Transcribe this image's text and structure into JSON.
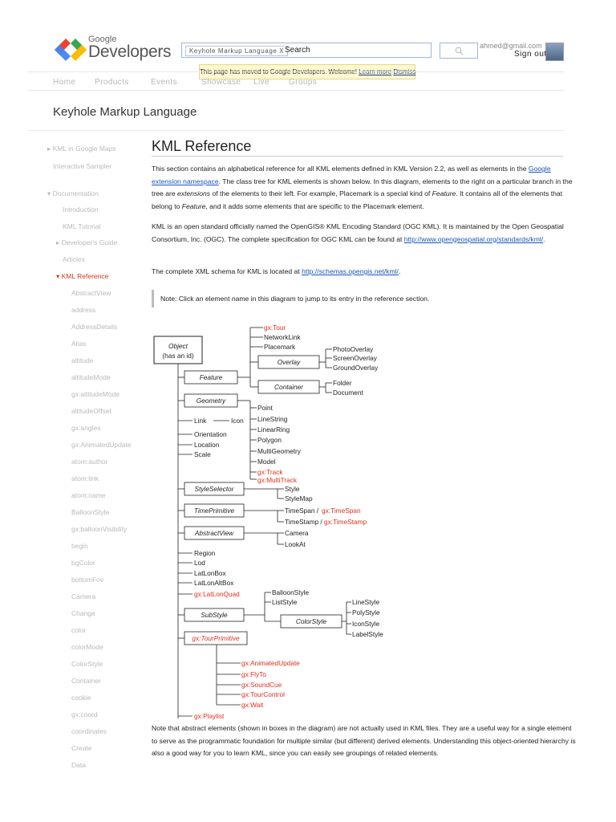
{
  "header": {
    "logo_small": "Google",
    "logo_large": "Developers",
    "search_chip": "Keyhole Markup Language  X",
    "search_label": "Search",
    "search_icon": "search-icon",
    "email": "ahmed@gmail.com",
    "sign_out": "Sign out"
  },
  "notice": {
    "text": "This page has moved to Google Developers. Welcome! ",
    "learn_more": "Learn more",
    "dismiss": "Dismiss"
  },
  "nav": [
    "Home",
    "Products",
    "Events",
    "Showcase",
    "Live",
    "Groups"
  ],
  "page_title": "Keyhole Markup Language",
  "sidebar": {
    "items": [
      {
        "label": "▸ KML in Google Maps"
      },
      {
        "label": "Interactive Sampler"
      },
      {
        "label": "▾ Documentation"
      },
      {
        "label": "Introduction"
      },
      {
        "label": "KML Tutorial"
      },
      {
        "label": "▸ Developer's Guide"
      },
      {
        "label": "Articles"
      },
      {
        "label": "▾ KML Reference"
      },
      {
        "label": "AbstractView"
      },
      {
        "label": "address"
      },
      {
        "label": "AddressDetails"
      },
      {
        "label": "Alias"
      },
      {
        "label": "altitude"
      },
      {
        "label": "altitudeMode"
      },
      {
        "label": "gx:altitudeMode"
      },
      {
        "label": "altitudeOffset"
      },
      {
        "label": "gx:angles"
      },
      {
        "label": "gx:AnimatedUpdate"
      },
      {
        "label": "atom:author"
      },
      {
        "label": "atom:link"
      },
      {
        "label": "atom:name"
      },
      {
        "label": "BalloonStyle"
      },
      {
        "label": "gx:balloonVisibility"
      },
      {
        "label": "begin"
      },
      {
        "label": "bgColor"
      },
      {
        "label": "bottomFov"
      },
      {
        "label": "Camera"
      },
      {
        "label": "Change"
      },
      {
        "label": "color"
      },
      {
        "label": "colorMode"
      },
      {
        "label": "ColorStyle"
      },
      {
        "label": "Container"
      },
      {
        "label": "cookie"
      },
      {
        "label": "gx:coord"
      },
      {
        "label": "coordinates"
      },
      {
        "label": "Create"
      },
      {
        "label": "Data"
      }
    ]
  },
  "main": {
    "heading": "KML Reference",
    "p1a": "This section contains an alphabetical reference for all KML elements defined in KML Version 2.2, as well as elements in the ",
    "p1_link": "Google extension namespace",
    "p1b": ". The class tree for KML elements is shown below. In this diagram, elements to the right on a particular branch in the tree are ",
    "p1_em1": "extensions",
    "p1c": " of the elements to their left. For example, Placemark is a special kind of ",
    "p1_em2": "Feature",
    "p1d": ". It contains all of the elements that belong to ",
    "p1_em3": "Feature",
    "p1e": ", and it adds some elements that are specific to the Placemark element.",
    "p2a": "KML is an open standard officially named the OpenGIS® KML Encoding Standard (OGC KML). It is maintained by the Open Geospatial Consortium, Inc. (OGC). The complete specification for OGC KML can be found at ",
    "p2_link": "http://www.opengeospatial.org/standards/kml/",
    "p2b": ".",
    "p3a": "The complete XML schema for KML is located at ",
    "p3_link": "http://schemas.opengis.net/kml/",
    "p3b": ".",
    "note": "Note: Click an element name in this diagram to jump to its entry in the reference section.",
    "p4": "Note that abstract elements (shown in boxes in the diagram) are not actually used in KML files. They are a useful way for a single element to serve as the programmatic foundation for multiple similar (but different) derived elements. Understanding this object-oriented hierarchy is also a good way for you to learn KML, since you can easily see groupings of related elements."
  },
  "diagram": {
    "object_title": "Object",
    "object_sub": "(has an id)",
    "feature": "Feature",
    "overlay": "Overlay",
    "container": "Container",
    "geometry": "Geometry",
    "styleselector": "StyleSelector",
    "timeprimitive": "TimePrimitive",
    "abstractview": "AbstractView",
    "substyle": "SubStyle",
    "colorstyle": "ColorStyle",
    "tourprimitive": "gx:TourPrimitive",
    "tour": "gx:Tour",
    "networklink": "NetworkLink",
    "placemark": "Placemark",
    "photooverlay": "PhotoOverlay",
    "screenoverlay": "ScreenOverlay",
    "groundoverlay": "GroundOverlay",
    "folder": "Folder",
    "document": "Document",
    "point": "Point",
    "linestring": "LineString",
    "linearring": "LinearRing",
    "polygon": "Polygon",
    "multigeometry": "MultiGeometry",
    "model": "Model",
    "track": "gx:Track",
    "multitrack": "gx:MultiTrack",
    "link": "Link",
    "icon": "Icon",
    "orientation": "Orientation",
    "location": "Location",
    "scale": "Scale",
    "style": "Style",
    "stylemap": "StyleMap",
    "timespan": "TimeSpan /",
    "gxtimespan": "gx:TimeSpan",
    "timestamp": "TimeStamp /",
    "gxtimestamp": "gx:TimeStamp",
    "camera": "Camera",
    "lookat": "LookAt",
    "region": "Region",
    "lod": "Lod",
    "latlonbox": "LatLonBox",
    "latlonaltbox": "LatLonAltBox",
    "latlonquad": "gx:LatLonQuad",
    "balloonstyle": "BalloonStyle",
    "liststyle": "ListStyle",
    "linestyle": "LineStyle",
    "polystyle": "PolyStyle",
    "iconstyle": "IconStyle",
    "labelstyle": "LabelStyle",
    "animatedupdate": "gx:AnimatedUpdate",
    "flyto": "gx:FlyTo",
    "soundcue": "gx:SoundCue",
    "tourcontrol": "gx:TourControl",
    "wait": "gx:Wait",
    "playlist": "gx:Playlist"
  },
  "colors": {
    "link": "#1a55b8",
    "active_nav": "#d23a1b",
    "gx_red": "#e0301e",
    "logo_red": "#ea4335",
    "logo_blue": "#4285f4",
    "logo_green": "#34a853",
    "logo_yellow": "#fbbc05"
  }
}
